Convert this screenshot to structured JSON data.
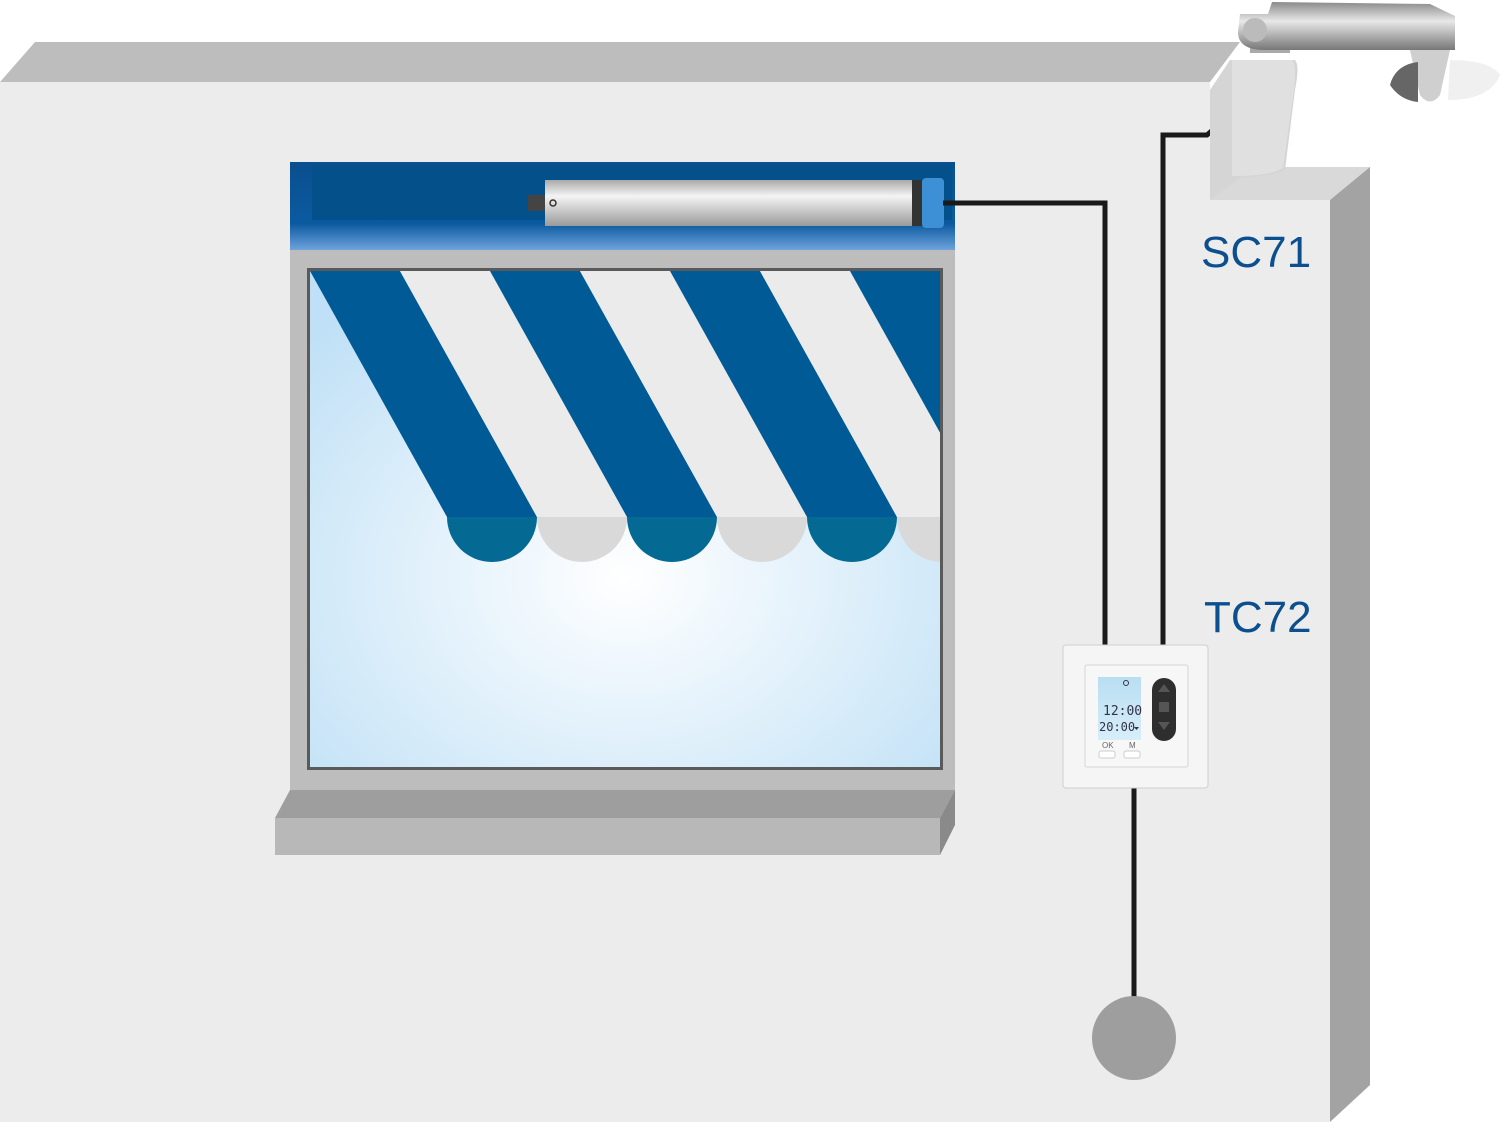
{
  "labels": {
    "sensor": "SC71",
    "controller": "TC72"
  },
  "controller_display": {
    "time": "12:00",
    "set_time": "20:00",
    "button_ok": "OK",
    "button_m": "M"
  },
  "colors": {
    "wall": "#ececec",
    "wall_top": "#bdbdbd",
    "awning_blue": "#005a96",
    "label": "#0b4f8e",
    "wire": "#1a1a1a"
  },
  "icons": [
    "motor-tube-icon",
    "sun-wind-sensor-icon",
    "timer-controller-icon",
    "up-arrow-icon",
    "stop-icon",
    "down-arrow-icon",
    "ground-weight-icon"
  ]
}
